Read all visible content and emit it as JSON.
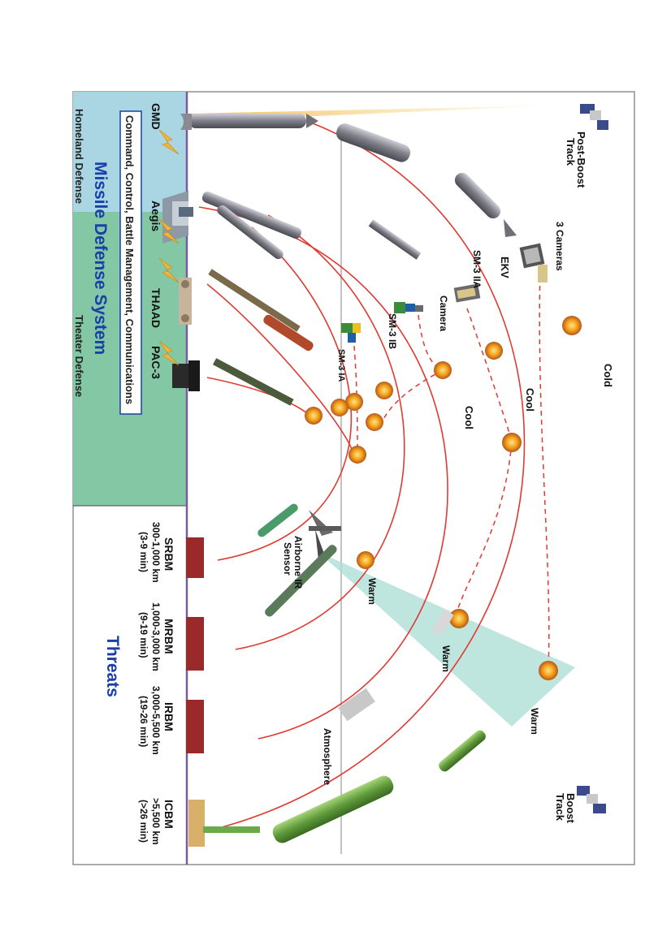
{
  "colors": {
    "trajectory": "#e03a33",
    "homeland_panel": "#a9d6e2",
    "theater_panel": "#84c7a4",
    "title_blue": "#1a3fa8",
    "intercept": "#f2a21a",
    "sensor_cone": "#a9dcd4",
    "ground_line": "#7c58a8"
  },
  "system": {
    "title": "Missile Defense System",
    "c2bmc": "Command, Control, Battle Management, Communications",
    "homeland": "Homeland Defense",
    "theater": "Theater Defense",
    "elements": {
      "gmd": "GMD",
      "aegis": "Aegis",
      "thaad": "THAAD",
      "pac3": "PAC-3"
    }
  },
  "interceptors": {
    "ekv": "EKV",
    "three_cameras": "3 Cameras",
    "sm3_iia_upper": "SM-3 IIA",
    "camera": "Camera",
    "sm3_ib": "SM-3 IB",
    "sm3_ia": "SM-3 IA"
  },
  "sensors": {
    "post_boost": "Post-Boost Track",
    "boost": "Boost Track",
    "airborne_ir": "Airborne IR Sensor"
  },
  "phases": {
    "cold": "Cold",
    "cool_upper": "Cool",
    "cool_lower": "Cool",
    "warm_1": "Warm",
    "warm_2": "Warm",
    "warm_3": "Warm",
    "atmosphere": "Atmosphere"
  },
  "threats": {
    "title": "Threats",
    "items": [
      {
        "name": "SRBM",
        "range": "300-1,000 km",
        "time": "(3-9 min)"
      },
      {
        "name": "MRBM",
        "range": "1,000-3,000 km",
        "time": "(9-19 min)"
      },
      {
        "name": "IRBM",
        "range": "3,000-5,500 km",
        "time": "(19-26 min)"
      },
      {
        "name": "ICBM",
        "range": ">5,500 km",
        "time": "(>26 min)"
      }
    ]
  }
}
